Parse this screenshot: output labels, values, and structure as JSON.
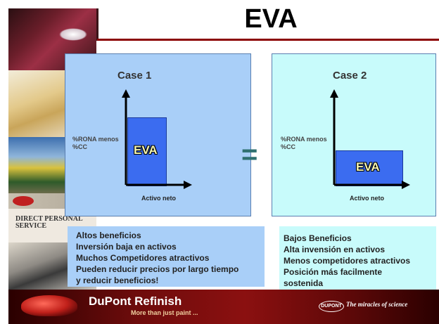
{
  "title": "EVA",
  "equals_sign": "=",
  "strip": {
    "direct_service": [
      "DIRECT PERSONAL",
      "SERVICE"
    ]
  },
  "case1": {
    "title": "Case 1",
    "ylabel": [
      "%RONA menos",
      "%CC"
    ],
    "xlabel": "Activo neto",
    "box_label": "EVA",
    "box_level": 0.75,
    "bullets": [
      "Altos beneficios",
      "Inversión baja en activos",
      "Muchos Competidores atractivos",
      "Pueden reducir precios por largo tiempo",
      "y reducir beneficios!"
    ]
  },
  "case2": {
    "title": "Case 2",
    "ylabel": [
      "%RONA menos",
      "%CC"
    ],
    "xlabel": "Activo neto",
    "box_label": "EVA",
    "box_level": 0.38,
    "bullets": [
      "Bajos Beneficios",
      "Alta invensión en activos",
      "Menos competidores atractivos",
      "Posición más facilmente",
      "sostenida"
    ]
  },
  "footer": {
    "brand": "DuPont Refinish",
    "tagline": "More than just paint ...",
    "logo": "DUPONT",
    "slogan": "The miracles of science"
  },
  "colors": {
    "panel1": "#a9cff8",
    "panel2": "#c8fbfb",
    "eva_box": "#3b6cf0",
    "footer": "#8b1010"
  }
}
